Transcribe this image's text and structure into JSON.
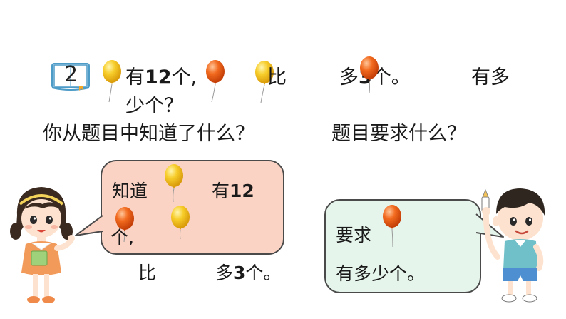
{
  "problem": {
    "number": "2",
    "part1": "有",
    "num12": "12",
    "part2": "个,",
    "part3": "比",
    "part4": "多",
    "num3": "3",
    "part5": "个。",
    "part6": "有多",
    "part7": "少个？"
  },
  "questions": {
    "left": "你从题目中知道了什么？",
    "right": "题目要求什么？"
  },
  "girl_bubble": {
    "line1_prefix": "知道",
    "line1_has": "有",
    "line1_num": "12",
    "line2": "个,",
    "line3_bi": "比",
    "line3_duo": "多",
    "line3_num": "3",
    "line3_unit": "个。"
  },
  "boy_bubble": {
    "line1": "要求",
    "line2": "有多少个。"
  },
  "colors": {
    "yellow_balloon": "#f6c31d",
    "orange_balloon": "#f06a1e",
    "girl_bubble_bg": "#fbd3c4",
    "boy_bubble_bg": "#e6f5ec",
    "book_blue": "#4d9bc7"
  },
  "icons": [
    "book-icon",
    "yellow-balloon-icon",
    "orange-balloon-icon",
    "girl-character",
    "boy-character"
  ]
}
